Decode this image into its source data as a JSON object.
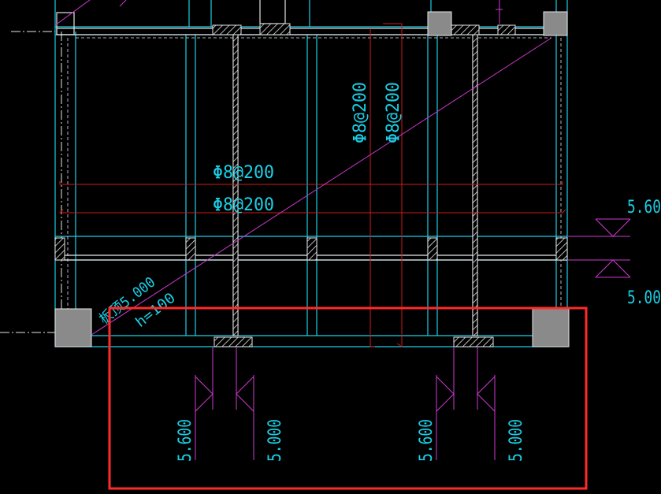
{
  "colors": {
    "background": "#000000",
    "cyan_line": "#19d0e6",
    "hatch": "#e6e6e6",
    "red": "#d01a1a",
    "magenta": "#d03ad0",
    "column_fill": "#8a8a8a",
    "dim_marker": "#d03ad0",
    "selection": "#ff2a2a"
  },
  "labels": {
    "rebar_horizontal_1": "Φ8@200",
    "rebar_horizontal_2": "Φ8@200",
    "rebar_vertical_1": "Φ8@200",
    "rebar_vertical_2": "Φ8@200",
    "slab_elevation": "板顶5.000",
    "slab_thickness": "h=100",
    "elev_right_top": "5.60",
    "elev_right_bottom": "5.00",
    "elev_bottom_1": "5.600",
    "elev_bottom_2": "5.000",
    "elev_bottom_3": "5.600",
    "elev_bottom_4": "5.000"
  }
}
